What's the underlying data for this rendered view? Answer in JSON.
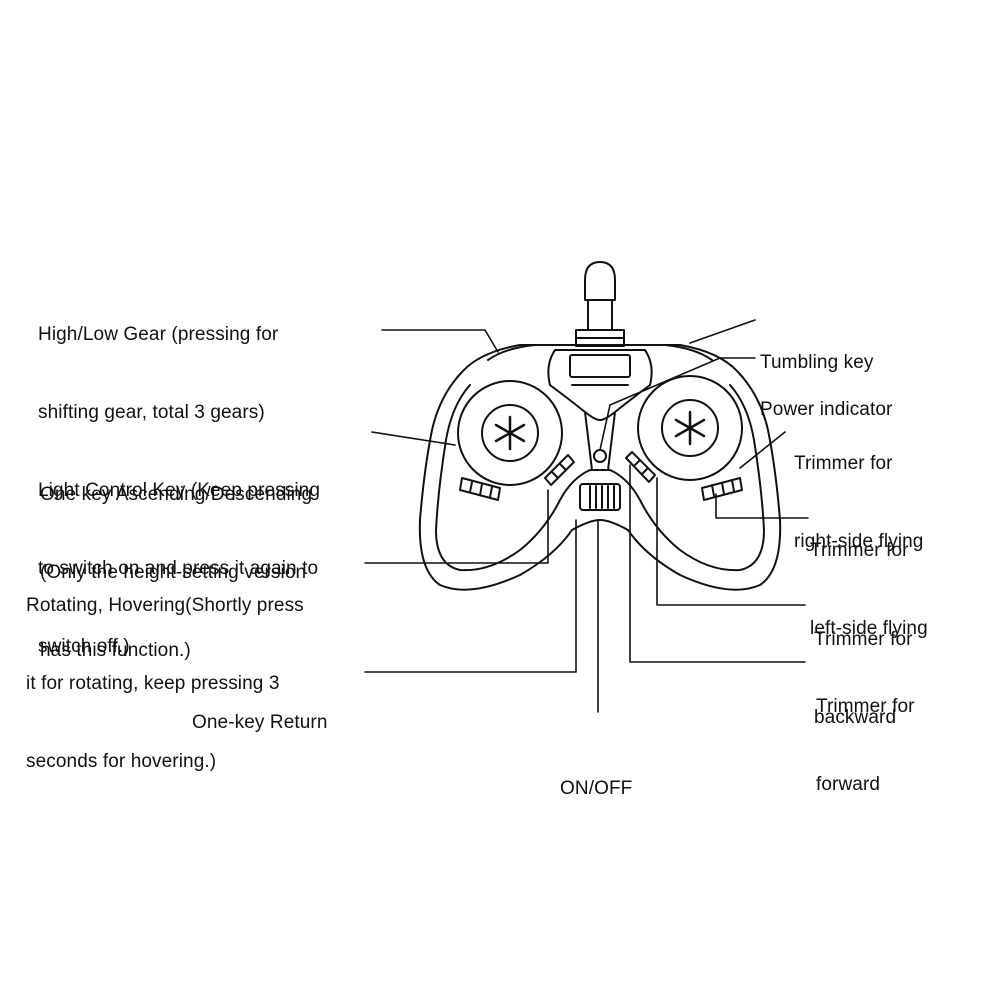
{
  "labels": {
    "high_low_gear": [
      "High/Low Gear (pressing for",
      "shifting gear, total 3 gears)",
      "Light Control Key (Keep pressing",
      "to switch on and press it again to",
      "switch off.)"
    ],
    "one_key_ascending": [
      "One key Ascending/Descending",
      "(Only the height-setting version",
      "has this function.)"
    ],
    "rotating_hovering": [
      "Rotating, Hovering(Shortly press",
      "it for rotating, keep pressing 3",
      "seconds for hovering.)"
    ],
    "one_key_return": [
      "One-key Return"
    ],
    "on_off": [
      "ON/OFF"
    ],
    "tumbling_key": [
      "Tumbling key"
    ],
    "power_indicator": [
      "Power indicator"
    ],
    "trimmer_right_side": [
      "Trimmer for",
      "right-side flying"
    ],
    "trimmer_left_side": [
      "Trimmer for",
      "left-side flying"
    ],
    "trimmer_backward": [
      "Trimmer for",
      "backward"
    ],
    "trimmer_forward": [
      "Trimmer for",
      "forward"
    ]
  }
}
